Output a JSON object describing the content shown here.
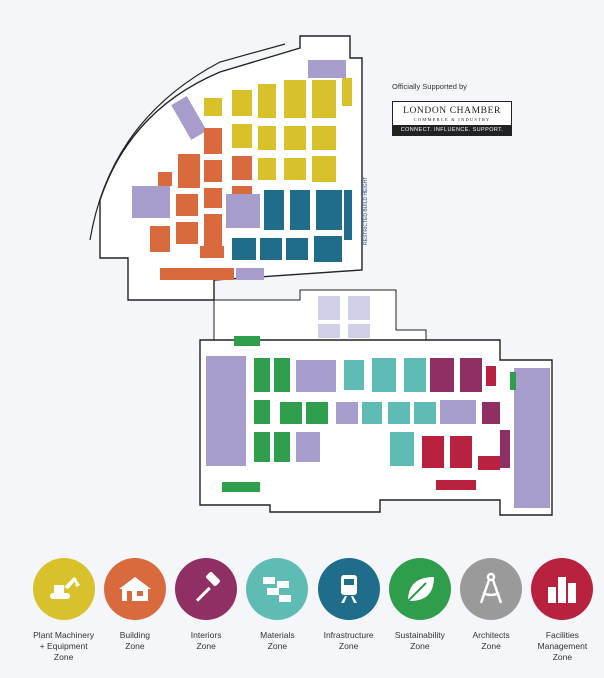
{
  "support": {
    "title": "Officially Supported by",
    "logo_name": "LONDON CHAMBER",
    "logo_sub": "COMMERCE & INDUSTRY",
    "logo_tagline": "CONNECT. INFLUENCE. SUPPORT."
  },
  "map": {
    "restricted_label": "RESTRICTED BUILD HEIGHT"
  },
  "zones": [
    {
      "label": "Plant Machinery\n+ Equipment\nZone",
      "color": "#d8c12a",
      "icon": "excavator-icon"
    },
    {
      "label": "Building\nZone",
      "color": "#d96a3e",
      "icon": "house-icon"
    },
    {
      "label": "Interiors\nZone",
      "color": "#8f2f63",
      "icon": "paint-roller-icon"
    },
    {
      "label": "Materials\nZone",
      "color": "#5fbcb5",
      "icon": "bricks-icon"
    },
    {
      "label": "Infrastructure\nZone",
      "color": "#1f6d8a",
      "icon": "train-icon"
    },
    {
      "label": "Sustainability\nZone",
      "color": "#2e9e4c",
      "icon": "leaf-icon"
    },
    {
      "label": "Architects\nZone",
      "color": "#9a9a9a",
      "icon": "compass-icon"
    },
    {
      "label": "Facilities\nManagement\nZone",
      "color": "#b8223f",
      "icon": "buildings-icon"
    }
  ]
}
